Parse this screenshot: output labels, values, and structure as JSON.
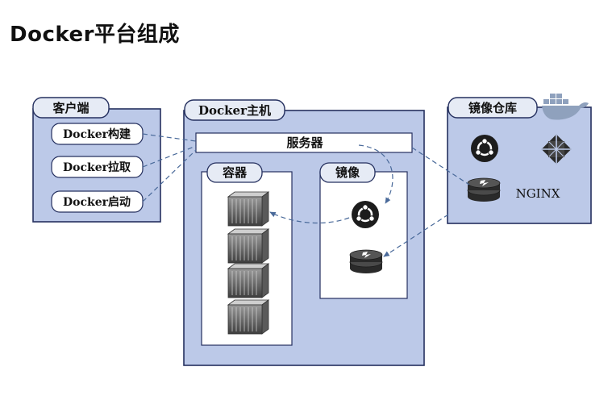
{
  "title": "Docker平台组成",
  "client": {
    "label": "客户端",
    "commands": [
      "Docker构建",
      "Docker拉取",
      "Docker启动"
    ]
  },
  "host": {
    "label": "Docker主机",
    "server_label": "服务器",
    "containers_label": "容器",
    "images_label": "镜像"
  },
  "registry": {
    "label": "镜像仓库",
    "nginx_label": "NGINX"
  },
  "colors": {
    "panel_fill": "#bcc9e8",
    "panel_stroke": "#25305f",
    "tag_fill": "#e6ebf5",
    "arrow": "#4a6a9a",
    "docker_whale": "#8fa1bd"
  }
}
